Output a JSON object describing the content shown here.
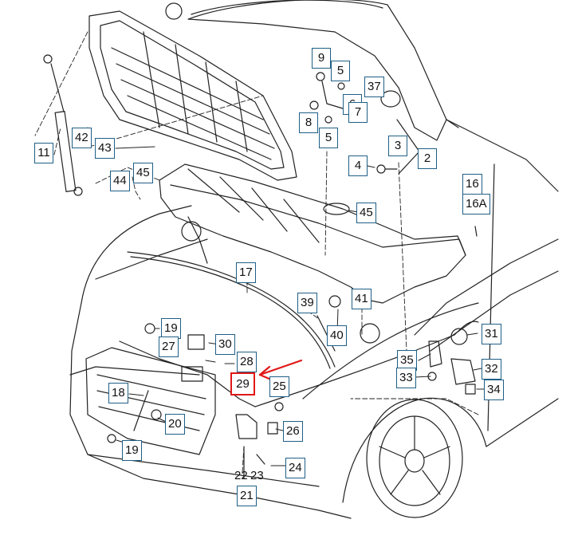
{
  "colors": {
    "line": "#222222",
    "callout_border": "#1f5f86",
    "highlight": "#e01818"
  },
  "callouts": {
    "c9": "9",
    "c5a": "5",
    "c37": "37",
    "c6": "6",
    "c7": "7",
    "c8": "8",
    "c5b": "5",
    "c3": "3",
    "c2": "2",
    "c4": "4",
    "c11": "11",
    "c42": "42",
    "c43": "43",
    "c44": "44",
    "c45a": "45",
    "c45b": "45",
    "c16": "16",
    "c16a": "16A",
    "c17": "17",
    "c39": "39",
    "c41": "41",
    "c40": "40",
    "c31": "31",
    "c19a": "19",
    "c27": "27",
    "c30": "30",
    "c28": "28",
    "c29": "29",
    "c25": "25",
    "c18": "18",
    "c20": "20",
    "c26": "26",
    "c35": "35",
    "c32": "32",
    "c33": "33",
    "c34": "34",
    "c19b": "19",
    "c24": "24",
    "c22": "22",
    "c23": "23",
    "c21": "21"
  }
}
